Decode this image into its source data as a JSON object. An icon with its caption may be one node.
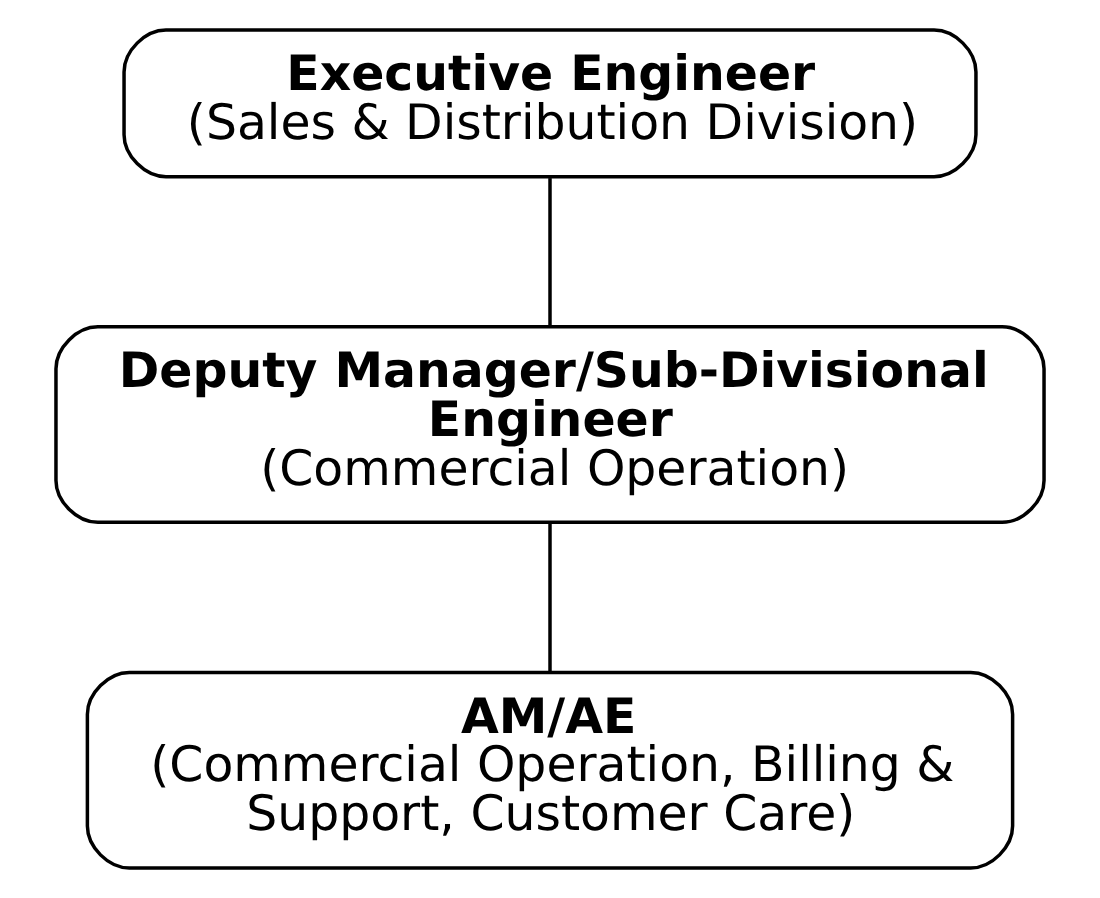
{
  "diagram": {
    "nodes": [
      {
        "text": [
          "Executive Engineer",
          "(Sales & Distribution Division)"
        ]
      },
      {
        "text": [
          "Deputy Manager/Sub-Divisional Engineer",
          "(Commercial Operation)"
        ]
      },
      {
        "text": [
          "AM/AE",
          "(Commercial Operation, Billing & Support, Customer Care)"
        ]
      }
    ],
    "edges": [
      {
        "from": 0,
        "to": 1,
        "arrow": "none"
      },
      {
        "from": 1,
        "to": 2,
        "arrow": "none"
      }
    ]
  }
}
